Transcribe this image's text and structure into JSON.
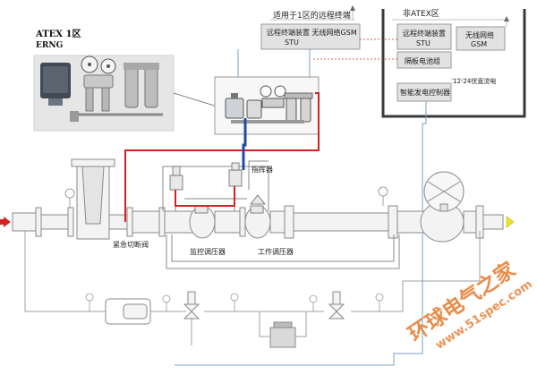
{
  "labels": {
    "atex_zone": "ATEX 1区",
    "erng": "ERNG",
    "remote_terminal_title": "适用于1区的远程终端",
    "non_atex_zone": "非ATEX区",
    "stu_left": "远程终端装置 无线网络GSM",
    "stu_left_sub": "STU",
    "stu_right": "远程终端装置",
    "stu_right_sub": "STU",
    "gsm_right": "无线网络",
    "gsm_right_sub": "GSM",
    "battery_pack": "隔板电池组",
    "dc_voltage": "12-24伏直流电",
    "smart_controller": "智能发电控制器",
    "pilot": "指挥器",
    "emergency_valve": "紧急切断阀",
    "monitor_regulator": "监控调压器",
    "working_regulator": "工作调压器"
  },
  "watermark": {
    "brand": "环球电气之家",
    "url": "www.51spec.com"
  },
  "colors": {
    "red_line": "#d42222",
    "blue_line": "#1f4e9c",
    "pipe_line": "#8a8a8a",
    "signal_line": "#7aa0c4",
    "arrow_in": "#d42222",
    "arrow_out": "#f2e12a",
    "watermark": "#e8823a"
  }
}
